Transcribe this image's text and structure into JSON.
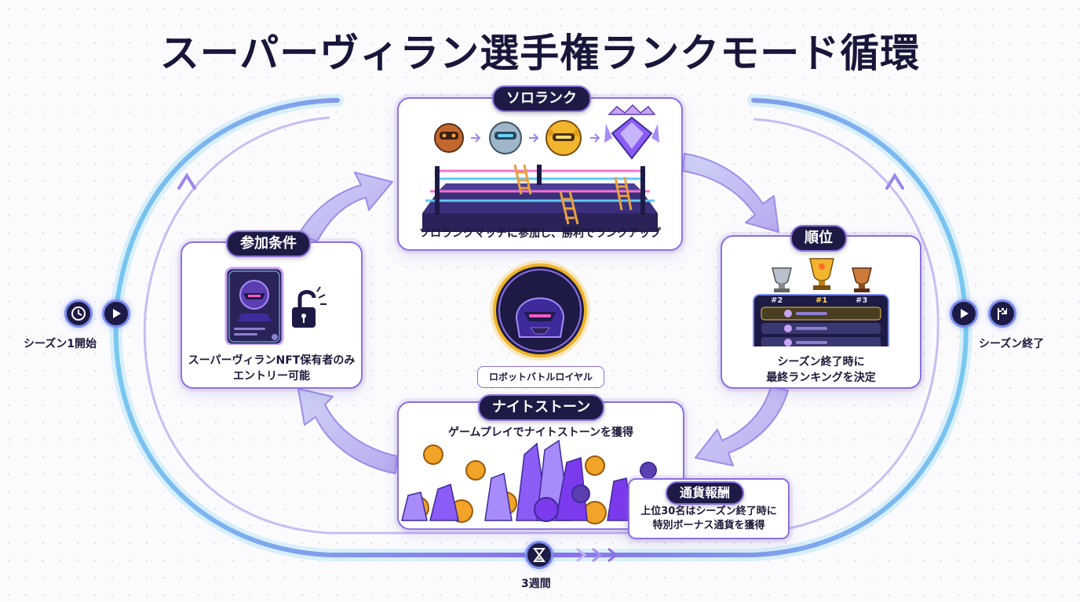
{
  "title": "スーパーヴィラン選手権ランクモード循環",
  "solo_rank": {
    "label": "ソロランク",
    "caption": "ソロランクマッチに参加し、勝利でランクアップ"
  },
  "entry": {
    "label": "参加条件",
    "caption_line1": "スーパーヴィランNFT保有者のみ",
    "caption_line2": "エントリー可能"
  },
  "ranking": {
    "label": "順位",
    "podium_labels": [
      "#2",
      "#1",
      "#3"
    ],
    "caption_line1": "シーズン終了時に",
    "caption_line2": "最終ランキングを決定"
  },
  "nightstone": {
    "label": "ナイトストーン",
    "caption": "ゲームプレイでナイトストーンを獲得"
  },
  "currency": {
    "label": "通貨報酬",
    "caption_line1": "上位30名はシーズン終了時に",
    "caption_line2": "特別ボーナス通貨を獲得"
  },
  "center": {
    "label": "ロボットバトルロイヤル"
  },
  "season_start": "シーズン1開始",
  "season_end": "シーズン終了",
  "duration": "3週間",
  "colors": {
    "accent": "#8c6fe0",
    "dark": "#1d1b45",
    "gold": "#f0b429",
    "crystal": "#8b5cf6"
  },
  "icons": {
    "start": "clock-icon",
    "play": "play-icon",
    "end": "flag-icon",
    "timer": "hourglass-icon",
    "lock": "unlock-icon"
  }
}
